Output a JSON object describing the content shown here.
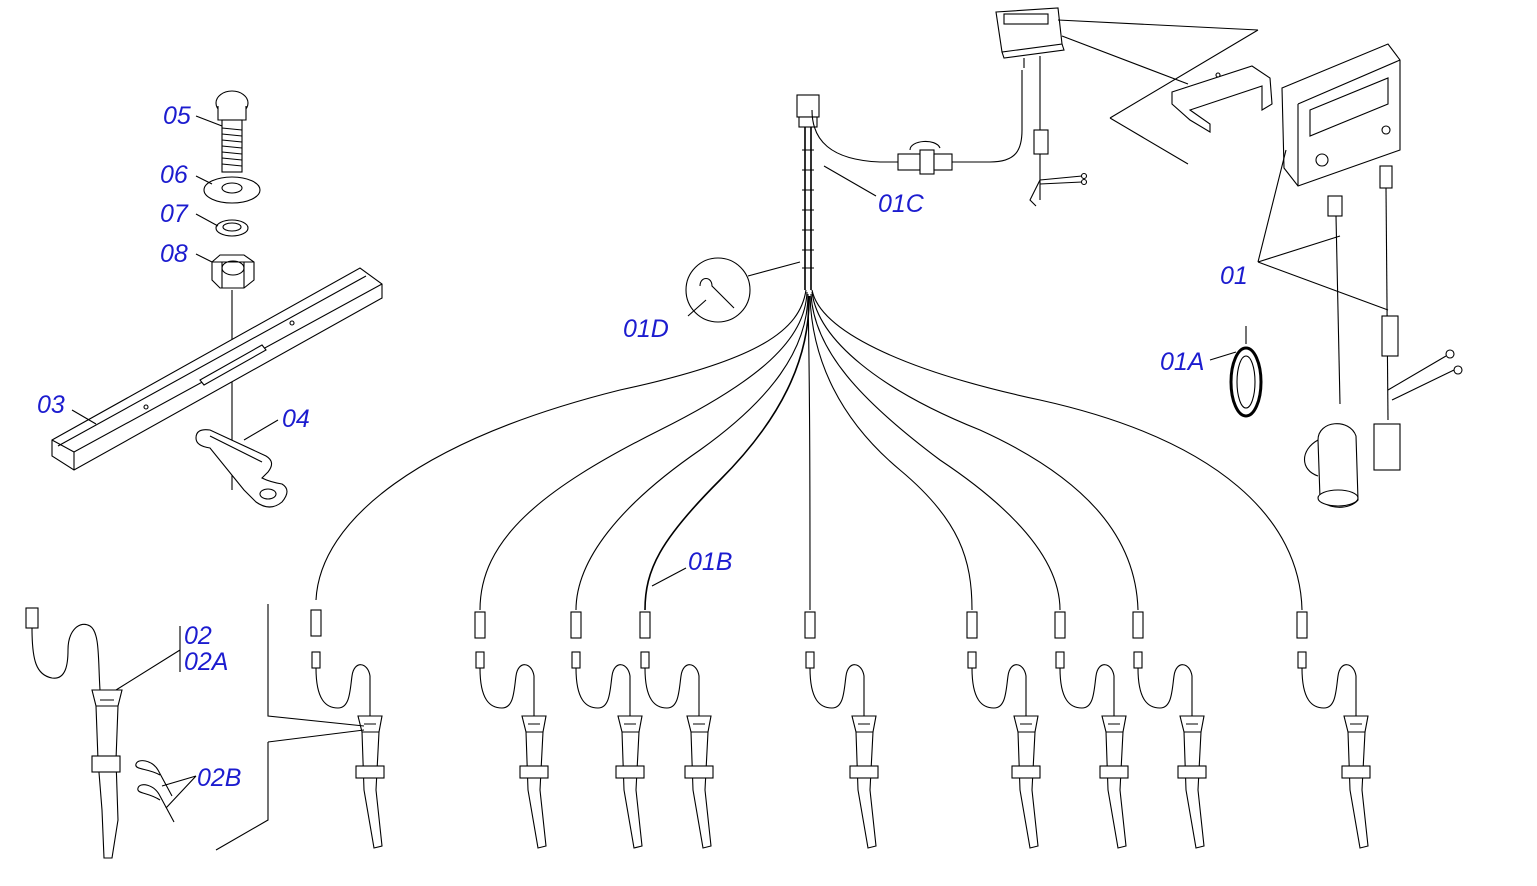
{
  "labels": {
    "l05": "05",
    "l06": "06",
    "l07": "07",
    "l08": "08",
    "l03": "03",
    "l04": "04",
    "l01C": "01C",
    "l01D": "01D",
    "l01": "01",
    "l01A": "01A",
    "l01B": "01B",
    "l02": "02",
    "l02A": "02A",
    "l02B": "02B"
  },
  "colors": {
    "line": "#000000",
    "label": "#1c1ccf",
    "background": "#ffffff"
  },
  "sensor_count": 10
}
